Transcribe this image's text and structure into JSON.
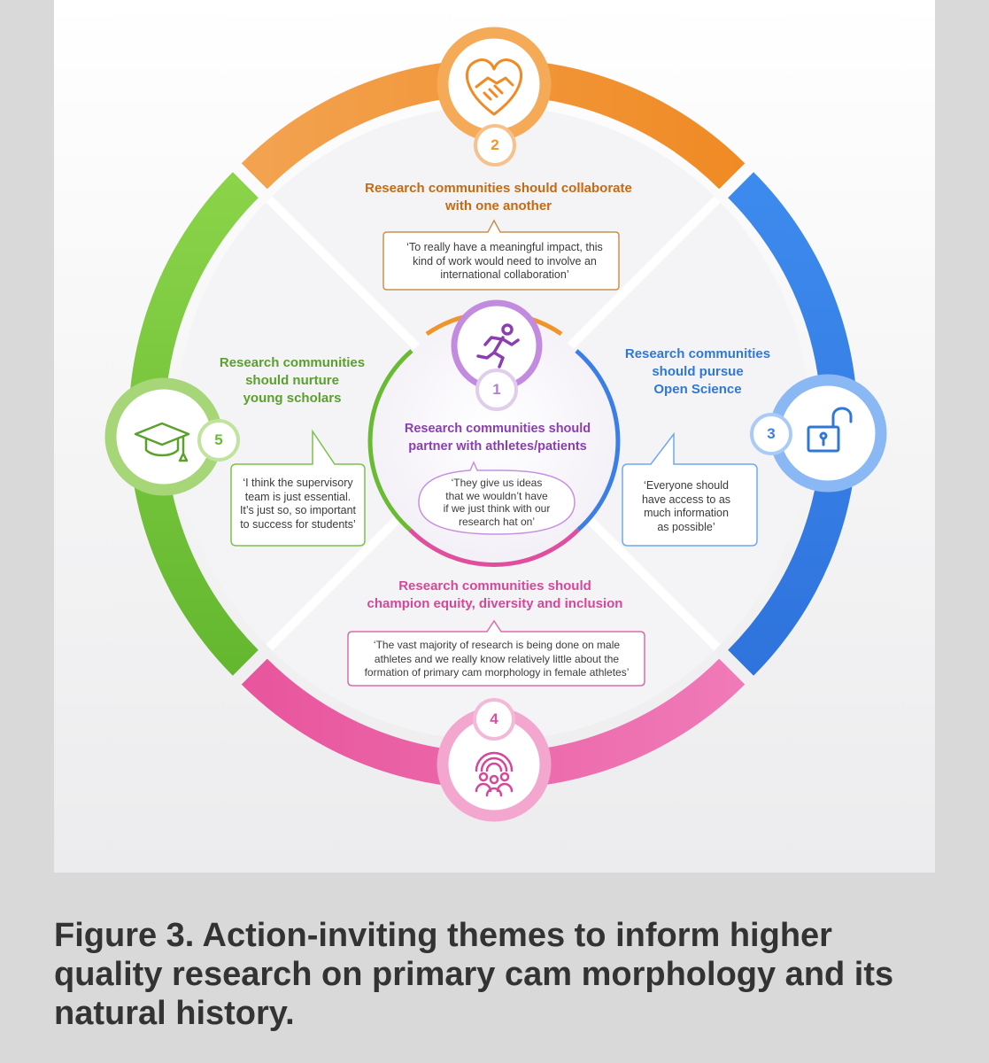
{
  "themes": [
    {
      "number": "1",
      "title": "Research communities should\npartner with athletes/patients",
      "quote": "‘They give us ideas\nthat we wouldn’t have\nif we just think with our\nresearch hat on’",
      "icon": "runner-icon",
      "color": "#8a3fb0"
    },
    {
      "number": "2",
      "title": "Research communities should collaborate\nwith one another",
      "quote": "‘To really have a meaningful impact, this\nkind of work would need to involve an\ninternational collaboration’",
      "icon": "heart-handshake-icon",
      "color": "#c46a12"
    },
    {
      "number": "3",
      "title": "Research communities\nshould pursue\nOpen Science",
      "quote": "‘Everyone should\nhave access to as\nmuch information\nas possible’",
      "icon": "open-padlock-icon",
      "color": "#2f78d6"
    },
    {
      "number": "4",
      "title": "Research communities should\nchampion equity, diversity and inclusion",
      "quote": "‘The vast majority of research is being done on male\nathletes and we really know relatively little about the\nformation of primary cam morphology in female athletes’",
      "icon": "rainbow-people-icon",
      "color": "#d6479a"
    },
    {
      "number": "5",
      "title": "Research communities\nshould nurture\nyoung scholars",
      "quote": "‘I think the supervisory\nteam is just essential.\nIt’s just so, so important\nto success for students’",
      "icon": "graduation-cap-icon",
      "color": "#5aa02c"
    }
  ],
  "caption": "Figure 3. Action-inviting themes to inform higher quality research on primary cam morphology and its natural history."
}
